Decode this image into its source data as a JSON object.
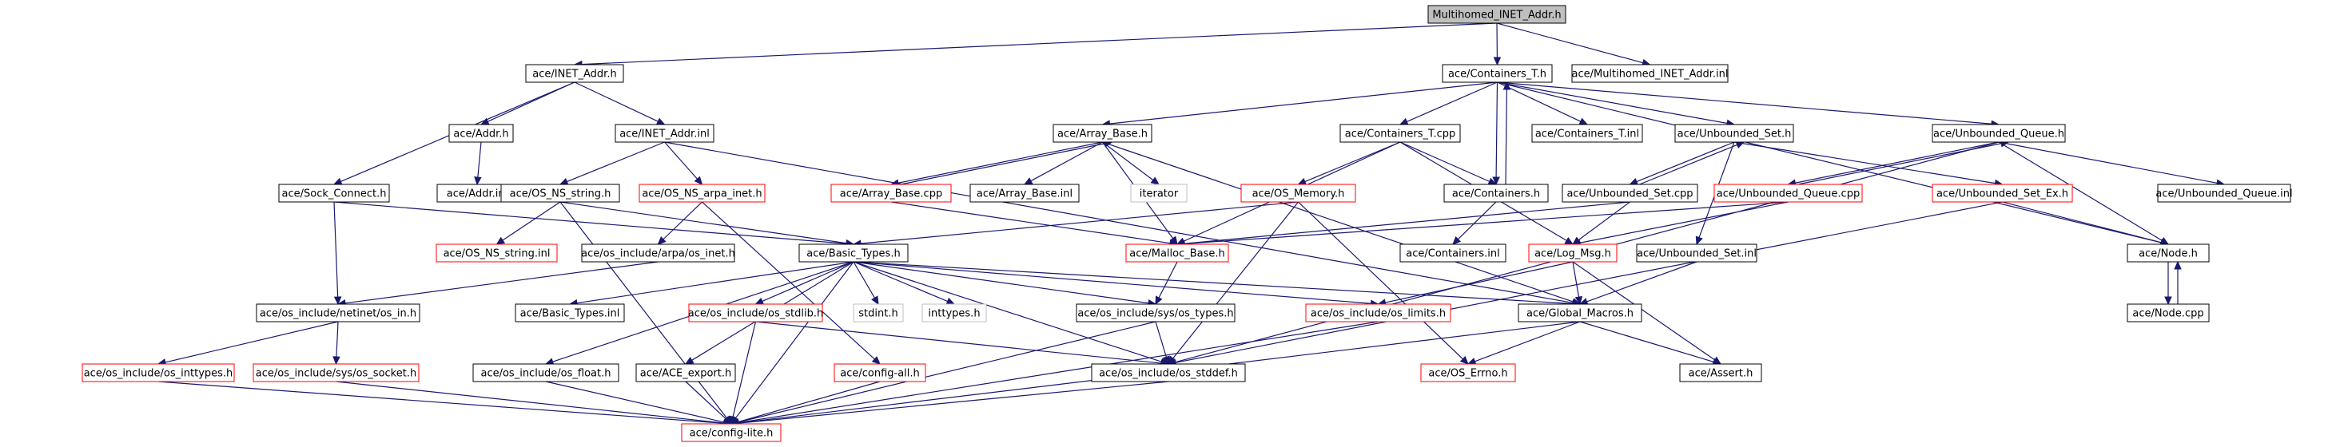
{
  "graph": {
    "nodes": [
      {
        "id": "n0",
        "label": "Multihomed_INET_Addr.h",
        "style": "root"
      },
      {
        "id": "n1",
        "label": "ace/INET_Addr.h",
        "style": "normal"
      },
      {
        "id": "n2",
        "label": "ace/Containers_T.h",
        "style": "normal"
      },
      {
        "id": "n3",
        "label": "ace/Multihomed_INET_Addr.inl",
        "style": "normal"
      },
      {
        "id": "n4",
        "label": "ace/Addr.h",
        "style": "normal"
      },
      {
        "id": "n5",
        "label": "ace/INET_Addr.inl",
        "style": "normal"
      },
      {
        "id": "n6",
        "label": "ace/Array_Base.h",
        "style": "normal"
      },
      {
        "id": "n7",
        "label": "ace/Containers_T.cpp",
        "style": "normal"
      },
      {
        "id": "n8",
        "label": "ace/Containers_T.inl",
        "style": "normal"
      },
      {
        "id": "n9",
        "label": "ace/Unbounded_Set.h",
        "style": "normal"
      },
      {
        "id": "n10",
        "label": "ace/Unbounded_Queue.h",
        "style": "normal"
      },
      {
        "id": "n11",
        "label": "ace/Sock_Connect.h",
        "style": "normal"
      },
      {
        "id": "n12",
        "label": "ace/Addr.inl",
        "style": "normal"
      },
      {
        "id": "n13",
        "label": "ace/OS_NS_string.h",
        "style": "normal"
      },
      {
        "id": "n14",
        "label": "ace/OS_NS_arpa_inet.h",
        "style": "red"
      },
      {
        "id": "n15",
        "label": "ace/Array_Base.cpp",
        "style": "red"
      },
      {
        "id": "n16",
        "label": "ace/Array_Base.inl",
        "style": "normal"
      },
      {
        "id": "n17",
        "label": "iterator",
        "style": "gray"
      },
      {
        "id": "n18",
        "label": "ace/OS_Memory.h",
        "style": "red"
      },
      {
        "id": "n19",
        "label": "ace/Containers.h",
        "style": "normal"
      },
      {
        "id": "n20",
        "label": "ace/Unbounded_Set.cpp",
        "style": "normal"
      },
      {
        "id": "n21",
        "label": "ace/Unbounded_Queue.cpp",
        "style": "red"
      },
      {
        "id": "n22",
        "label": "ace/Unbounded_Set_Ex.h",
        "style": "red"
      },
      {
        "id": "n23",
        "label": "ace/Unbounded_Queue.inl",
        "style": "normal"
      },
      {
        "id": "n24",
        "label": "ace/OS_NS_string.inl",
        "style": "red"
      },
      {
        "id": "n25",
        "label": "ace/os_include/arpa/os_inet.h",
        "style": "normal"
      },
      {
        "id": "n26",
        "label": "ace/Basic_Types.h",
        "style": "normal"
      },
      {
        "id": "n27",
        "label": "ace/Malloc_Base.h",
        "style": "red"
      },
      {
        "id": "n28",
        "label": "ace/Containers.inl",
        "style": "normal"
      },
      {
        "id": "n29",
        "label": "ace/Log_Msg.h",
        "style": "red"
      },
      {
        "id": "n30",
        "label": "ace/Unbounded_Set.inl",
        "style": "normal"
      },
      {
        "id": "n31",
        "label": "ace/Node.h",
        "style": "normal"
      },
      {
        "id": "n32",
        "label": "ace/os_include/netinet/os_in.h",
        "style": "normal"
      },
      {
        "id": "n33",
        "label": "ace/Basic_Types.inl",
        "style": "normal"
      },
      {
        "id": "n34",
        "label": "ace/os_include/os_stdlib.h",
        "style": "red"
      },
      {
        "id": "n35",
        "label": "stdint.h",
        "style": "gray"
      },
      {
        "id": "n36",
        "label": "inttypes.h",
        "style": "gray"
      },
      {
        "id": "n37",
        "label": "ace/os_include/sys/os_types.h",
        "style": "normal"
      },
      {
        "id": "n38",
        "label": "ace/os_include/os_limits.h",
        "style": "red"
      },
      {
        "id": "n39",
        "label": "ace/Global_Macros.h",
        "style": "normal"
      },
      {
        "id": "n40",
        "label": "ace/Node.cpp",
        "style": "normal"
      },
      {
        "id": "n41",
        "label": "ace/os_include/os_inttypes.h",
        "style": "red"
      },
      {
        "id": "n42",
        "label": "ace/os_include/sys/os_socket.h",
        "style": "red"
      },
      {
        "id": "n43",
        "label": "ace/os_include/os_float.h",
        "style": "normal"
      },
      {
        "id": "n44",
        "label": "ace/ACE_export.h",
        "style": "normal"
      },
      {
        "id": "n45",
        "label": "ace/config-all.h",
        "style": "red"
      },
      {
        "id": "n46",
        "label": "ace/os_include/os_stddef.h",
        "style": "normal"
      },
      {
        "id": "n47",
        "label": "ace/OS_Errno.h",
        "style": "red"
      },
      {
        "id": "n48",
        "label": "ace/Assert.h",
        "style": "normal"
      },
      {
        "id": "n49",
        "label": "ace/config-lite.h",
        "style": "red"
      }
    ],
    "edges": [
      [
        "n0",
        "n1"
      ],
      [
        "n0",
        "n2"
      ],
      [
        "n0",
        "n3"
      ],
      [
        "n1",
        "n4"
      ],
      [
        "n1",
        "n5"
      ],
      [
        "n1",
        "n11"
      ],
      [
        "n2",
        "n6"
      ],
      [
        "n2",
        "n7"
      ],
      [
        "n2",
        "n8"
      ],
      [
        "n2",
        "n9"
      ],
      [
        "n2",
        "n10"
      ],
      [
        "n2",
        "n19"
      ],
      [
        "n2",
        "n31"
      ],
      [
        "n4",
        "n12"
      ],
      [
        "n5",
        "n13"
      ],
      [
        "n5",
        "n14"
      ],
      [
        "n5",
        "n39"
      ],
      [
        "n6",
        "n15"
      ],
      [
        "n6",
        "n16"
      ],
      [
        "n6",
        "n17"
      ],
      [
        "n6",
        "n27"
      ],
      [
        "n6",
        "n39"
      ],
      [
        "n7",
        "n18"
      ],
      [
        "n7",
        "n19"
      ],
      [
        "n7",
        "n27"
      ],
      [
        "n7",
        "n29"
      ],
      [
        "n9",
        "n20"
      ],
      [
        "n9",
        "n22"
      ],
      [
        "n9",
        "n30"
      ],
      [
        "n10",
        "n21"
      ],
      [
        "n10",
        "n23"
      ],
      [
        "n10",
        "n31"
      ],
      [
        "n10",
        "n46"
      ],
      [
        "n11",
        "n26"
      ],
      [
        "n11",
        "n32"
      ],
      [
        "n13",
        "n24"
      ],
      [
        "n13",
        "n26"
      ],
      [
        "n13",
        "n49"
      ],
      [
        "n14",
        "n25"
      ],
      [
        "n14",
        "n45"
      ],
      [
        "n15",
        "n6"
      ],
      [
        "n15",
        "n27"
      ],
      [
        "n18",
        "n26"
      ],
      [
        "n18",
        "n46"
      ],
      [
        "n18",
        "n47"
      ],
      [
        "n19",
        "n2"
      ],
      [
        "n19",
        "n28"
      ],
      [
        "n20",
        "n9"
      ],
      [
        "n20",
        "n27"
      ],
      [
        "n20",
        "n29"
      ],
      [
        "n21",
        "n10"
      ],
      [
        "n21",
        "n27"
      ],
      [
        "n21",
        "n29"
      ],
      [
        "n22",
        "n31"
      ],
      [
        "n22",
        "n46"
      ],
      [
        "n25",
        "n32"
      ],
      [
        "n26",
        "n33"
      ],
      [
        "n26",
        "n34"
      ],
      [
        "n26",
        "n35"
      ],
      [
        "n26",
        "n36"
      ],
      [
        "n26",
        "n37"
      ],
      [
        "n26",
        "n38"
      ],
      [
        "n26",
        "n39"
      ],
      [
        "n26",
        "n43"
      ],
      [
        "n26",
        "n44"
      ],
      [
        "n26",
        "n46"
      ],
      [
        "n26",
        "n49"
      ],
      [
        "n27",
        "n37"
      ],
      [
        "n29",
        "n38"
      ],
      [
        "n29",
        "n39"
      ],
      [
        "n29",
        "n48"
      ],
      [
        "n30",
        "n39"
      ],
      [
        "n31",
        "n40"
      ],
      [
        "n32",
        "n41"
      ],
      [
        "n32",
        "n42"
      ],
      [
        "n34",
        "n46"
      ],
      [
        "n34",
        "n49"
      ],
      [
        "n37",
        "n46"
      ],
      [
        "n37",
        "n49"
      ],
      [
        "n38",
        "n49"
      ],
      [
        "n39",
        "n47"
      ],
      [
        "n39",
        "n48"
      ],
      [
        "n39",
        "n49"
      ],
      [
        "n40",
        "n31"
      ],
      [
        "n41",
        "n49"
      ],
      [
        "n42",
        "n49"
      ],
      [
        "n43",
        "n49"
      ],
      [
        "n44",
        "n49"
      ],
      [
        "n45",
        "n49"
      ],
      [
        "n46",
        "n49"
      ]
    ]
  }
}
